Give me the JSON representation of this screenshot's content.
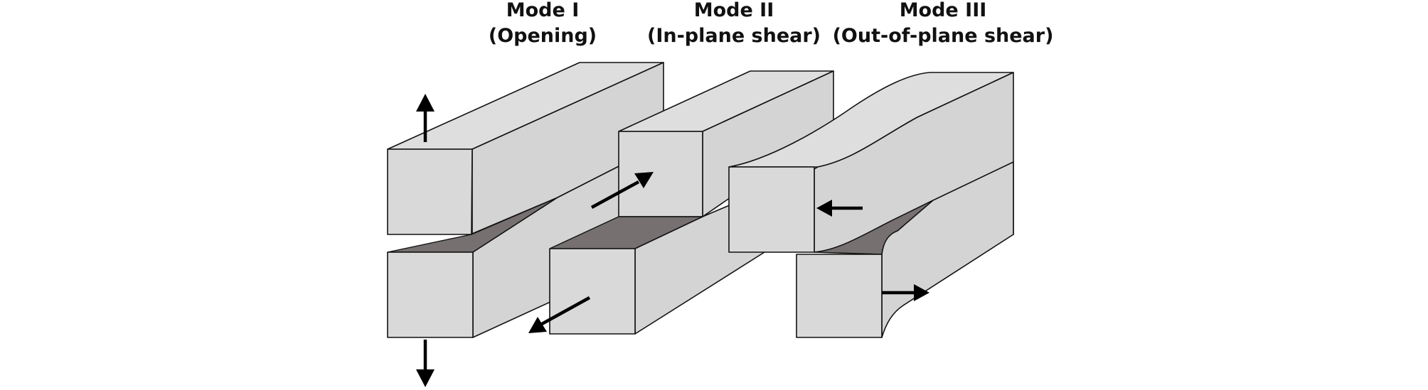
{
  "modes": [
    {
      "id": "mode-1",
      "title": "Mode I",
      "subtitle": "(Opening)"
    },
    {
      "id": "mode-2",
      "title": "Mode II",
      "subtitle": "(In-plane shear)"
    },
    {
      "id": "mode-3",
      "title": "Mode III",
      "subtitle": "(Out-of-plane shear)"
    }
  ],
  "colors": {
    "block_face": "#d9d9d9",
    "crack_face": "#767070",
    "outline": "#111111",
    "arrow": "#000000"
  },
  "icons": {
    "arrow": "arrow-icon"
  }
}
